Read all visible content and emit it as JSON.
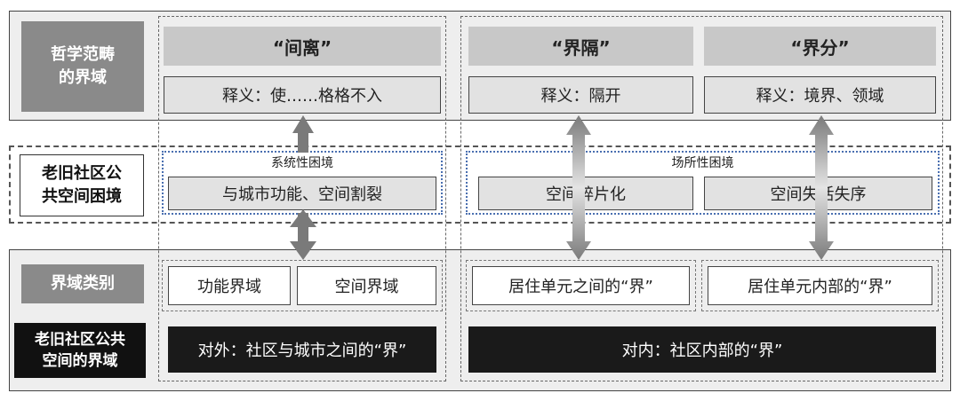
{
  "philosophy": {
    "label": "哲学范畴\n的界域",
    "terms": [
      "“间离”",
      "“界隔”",
      "“界分”"
    ],
    "meanings": [
      "释义：使……格格不入",
      "释义：隔开",
      "释义：境界、领域"
    ]
  },
  "dilemma": {
    "label": "老旧社区公\n共空间困境",
    "groups": [
      {
        "title": "系统性困境",
        "items": [
          "与城市功能、空间割裂"
        ]
      },
      {
        "title": "场所性困境",
        "items": [
          "空间碎片化",
          "空间失活失序"
        ]
      }
    ]
  },
  "category": {
    "label": "界域类别",
    "items": [
      "功能界域",
      "空间界域",
      "居住单元之间的“界”",
      "居住单元内部的“界”"
    ]
  },
  "boundary": {
    "label": "老旧社区公共\n空间的界域",
    "items": [
      "对外：社区与城市之间的“界”",
      "对内：社区内部的“界”"
    ]
  },
  "colors": {
    "arrow": "#7a7a7a",
    "dotted_border": "#4a6fb0",
    "dark_label": "#8a8a8a",
    "black_box": "#1a1a1a"
  }
}
